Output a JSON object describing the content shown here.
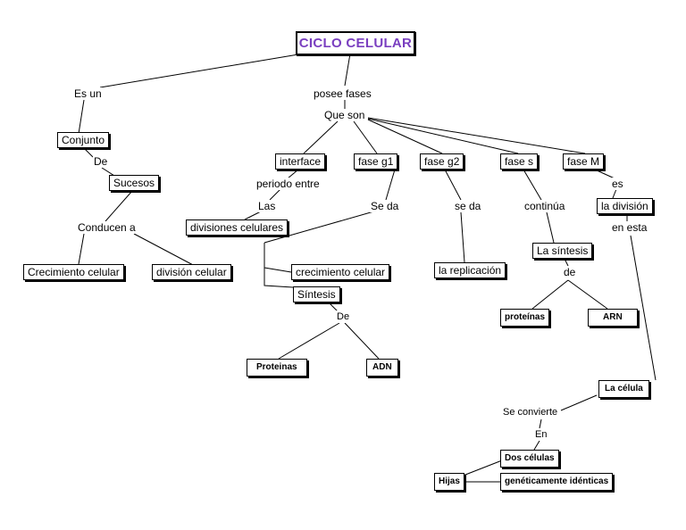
{
  "title": "CICLO CELULAR",
  "nodes": {
    "conjunto": "Conjunto",
    "sucesos": "Sucesos",
    "crecimiento_celular_1": "Crecimiento celular",
    "division_celular": "división celular",
    "interface": "interface",
    "fase_g1": "fase g1",
    "fase_g2": "fase g2",
    "fase_s": "fase s",
    "fase_m": "fase M",
    "divisiones_celulares": "divisiones celulares",
    "crecimiento_celular_2": "crecimiento celular",
    "sintesis_1": "Síntesis",
    "proteinas_1": "Proteinas",
    "adn": "ADN",
    "la_replicacion": "la replicación",
    "la_sintesis": "La síntesis",
    "proteinas_2": "proteínas",
    "arn": "ARN",
    "la_division": "la división",
    "la_celula": "La célula",
    "dos_celulas": "Dos células",
    "hijas": "Hijas",
    "geneticamente_identicas": "genéticamente idénticas"
  },
  "labels": {
    "es_un": "Es un",
    "de_1": "De",
    "conducen_a": "Conducen a",
    "posee_fases": "posee fases",
    "que_son": "Que son",
    "periodo_entre": "periodo entre",
    "las": "Las",
    "se_da_1": "Se da",
    "se_da_2": "se da",
    "continua": "continúa",
    "de_2": "De",
    "de_3": "de",
    "es": "es",
    "en_esta": "en esta",
    "se_convierte": "Se convierte",
    "en": "En"
  }
}
